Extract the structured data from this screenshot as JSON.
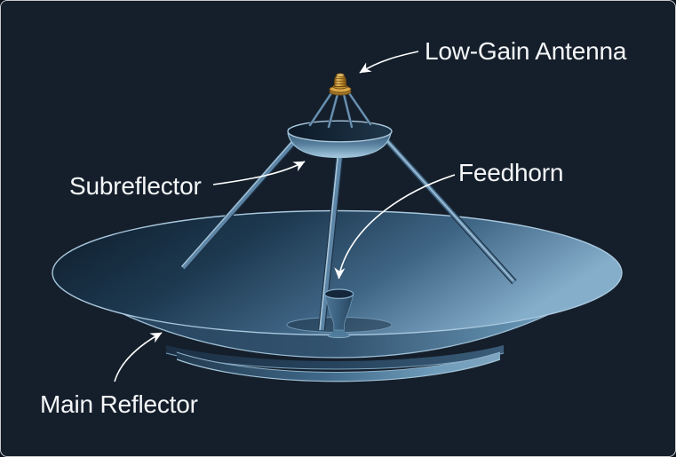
{
  "diagram": {
    "type": "labeled-illustration",
    "labels": [
      {
        "id": "low-gain-antenna",
        "text": "Low-Gain Antenna"
      },
      {
        "id": "subreflector",
        "text": "Subreflector"
      },
      {
        "id": "feedhorn",
        "text": "Feedhorn"
      },
      {
        "id": "main-reflector",
        "text": "Main Reflector"
      }
    ],
    "colors": {
      "background": "#151f2b",
      "frame_border": "#c6cacd",
      "label_text": "#f5f7f9",
      "leader_line": "#ffffff",
      "dish_dark": "#0d1b29",
      "dish_light": "#85aecb",
      "rim_highlight": "#a9c8de",
      "strut_blue": "#5d85a6",
      "antenna_gold": "#c8973a",
      "antenna_gold_dark": "#7c5210",
      "antenna_gold_light": "#e3bd6a"
    }
  }
}
